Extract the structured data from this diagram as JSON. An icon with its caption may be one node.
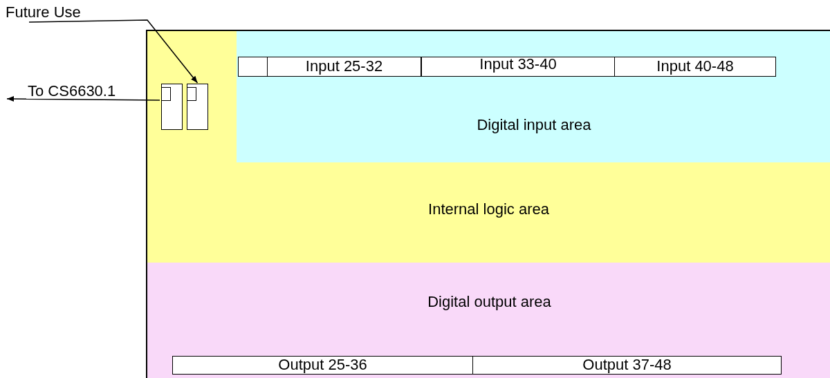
{
  "diagram": {
    "nodes": [
      {
        "text": [
          "Internal logic area"
        ]
      },
      {
        "text": [
          "Digital input area"
        ],
        "in": 0
      },
      {
        "text": [],
        "shape": "box",
        "in": 1
      },
      {
        "text": [
          "Input 25-32"
        ],
        "in": 1
      },
      {
        "text": [
          "Input 33-40"
        ],
        "in": 1
      },
      {
        "text": [
          "Input 40-48"
        ],
        "in": 1
      },
      {
        "text": [],
        "shape": "box",
        "in": 0
      },
      {
        "text": [],
        "shape": "box",
        "in": 0
      },
      {
        "text": [
          "Digital output area"
        ],
        "in": 0
      },
      {
        "text": [
          "Output 25-36"
        ],
        "in": 8
      },
      {
        "text": [
          "Output 37-48"
        ],
        "in": 8
      },
      {
        "text": [
          "Future Use"
        ]
      }
    ],
    "edges": [
      {
        "from": 6,
        "to": null,
        "arrow": "to",
        "label": "To CS6630.1"
      },
      {
        "from": 11,
        "to": 7,
        "arrow": "to"
      }
    ]
  }
}
